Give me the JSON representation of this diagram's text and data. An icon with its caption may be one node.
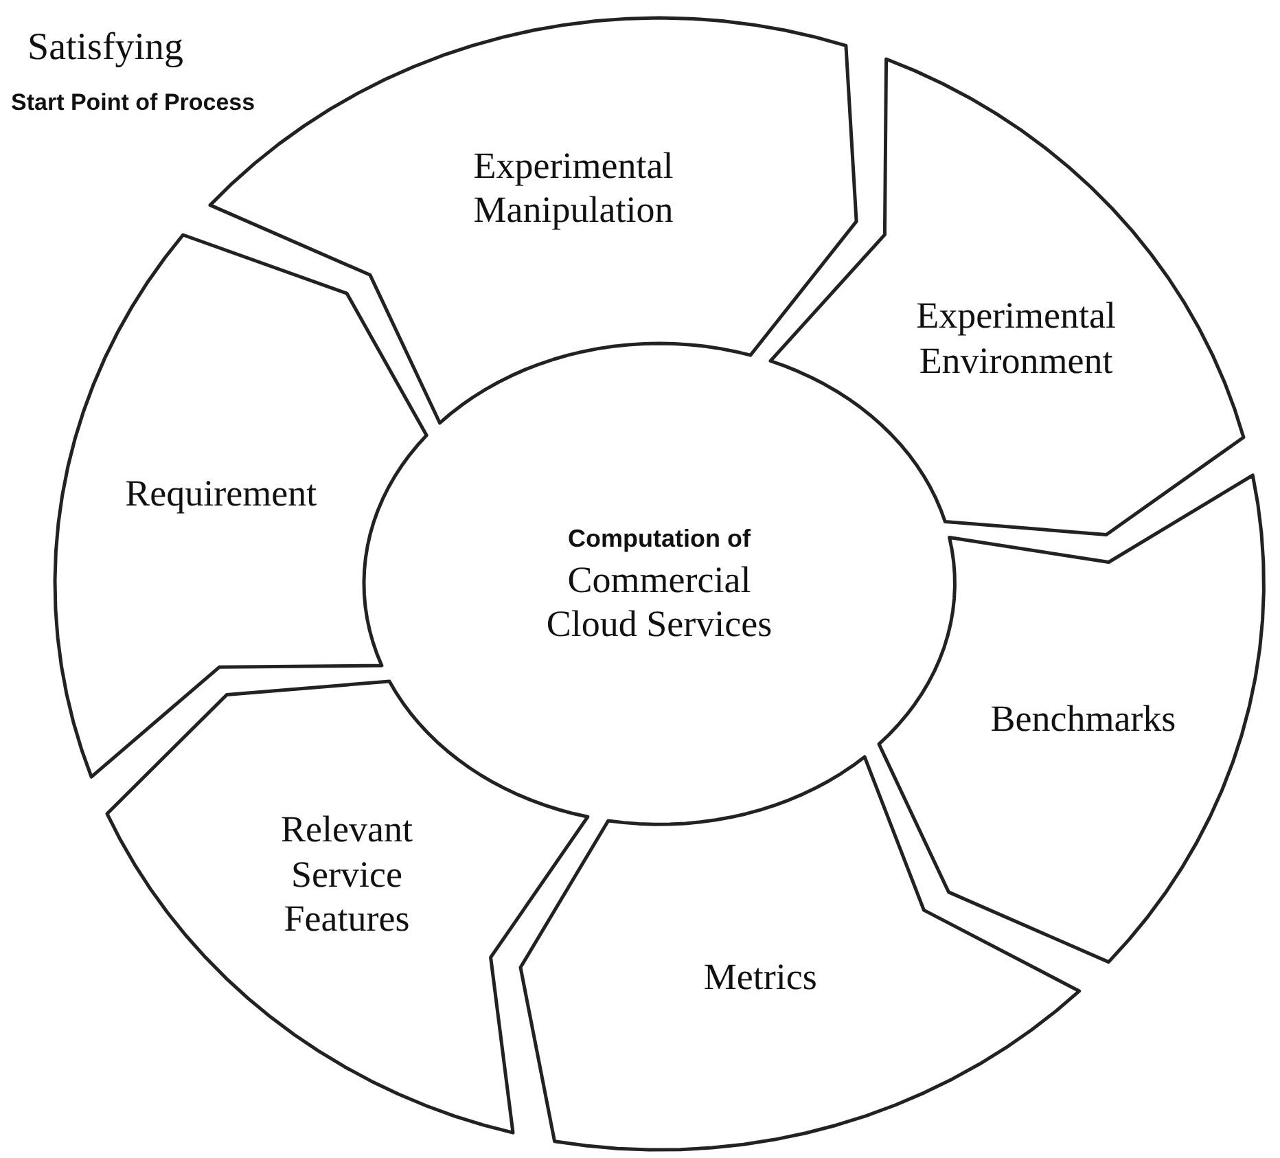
{
  "diagram": {
    "nodes": [
      {
        "text": [
          "Experimental Manipulation"
        ]
      },
      {
        "text": [
          "Experimental Environment"
        ]
      },
      {
        "text": [
          "Benchmarks"
        ]
      },
      {
        "text": [
          "Metrics"
        ]
      },
      {
        "text": [
          "Relevant Service Features"
        ]
      },
      {
        "text": [
          "Requirement"
        ]
      }
    ],
    "labels": [
      "Satisfying",
      "Start Point of Process",
      "Computation of",
      "Commercial Cloud Services"
    ]
  }
}
